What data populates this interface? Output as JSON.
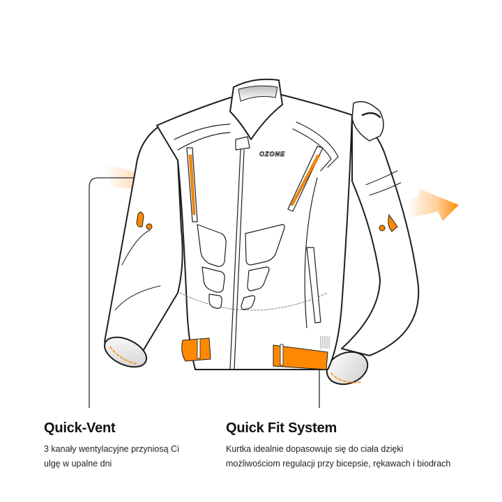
{
  "product": {
    "brand_logo_text": "OZONE",
    "accent_color": "#ff8800",
    "outline_color": "#1e1e1e"
  },
  "features": [
    {
      "title": "Quick-Vent",
      "description_line1": "3 kanały wentylacyjne przyniosą Ci",
      "description_line2": "ulgę w upalne dni"
    },
    {
      "title": "Quick Fit System",
      "description_line1": "Kurtka idealnie dopasowuje się do ciała dzięki",
      "description_line2": "możliwościom regulacji przy bicepsie, rękawach i biodrach"
    }
  ],
  "annotations": {
    "airflow_arrows": 3,
    "vent_zippers": 2,
    "adjustment_straps": 2
  }
}
